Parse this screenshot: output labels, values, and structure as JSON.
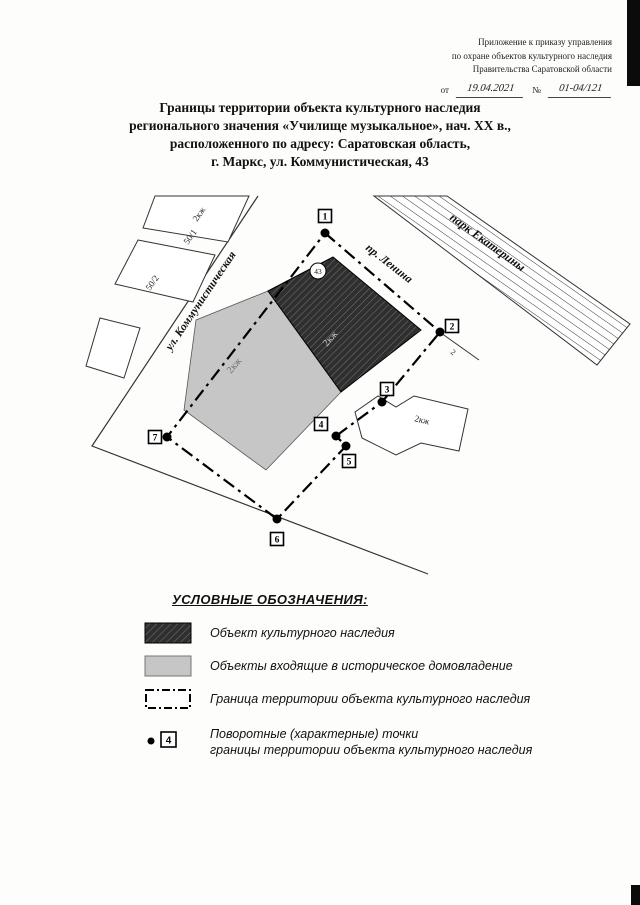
{
  "header": {
    "line1": "Приложение к приказу управления",
    "line2": "по охране объектов культурного наследия",
    "line3": "Правительства Саратовской области",
    "from_label": "от",
    "from_value": "19.04.2021",
    "number_label": "№",
    "number_value": "01-04/121"
  },
  "title": {
    "line1": "Границы территории объекта культурного наследия",
    "line2": "регионального значения «Училище музыкальное», нач. XX в.,",
    "line3": "расположенного по адресу: Саратовская область,",
    "line4": "г. Маркс, ул. Коммунистическая, 43"
  },
  "map": {
    "street_kommunisticheskaya": "ул. Коммунистическая",
    "street_lenina": "пр. Ленина",
    "park": "парк Екатерины",
    "building_top": "2кж",
    "plot_50_1": "50/1",
    "plot_50_2": "50/2",
    "heritage_building": "2кж",
    "household_building": "2кж",
    "neighbor_building": "2кж",
    "house_number": "43",
    "small_label": "2",
    "points": [
      "1",
      "2",
      "3",
      "4",
      "5",
      "6",
      "7"
    ]
  },
  "legend": {
    "title": "УСЛОВНЫЕ ОБОЗНАЧЕНИЯ:",
    "item1": "Объект культурного наследия",
    "item2": "Объекты входящие в историческое домовладение",
    "item3": "Граница территории объекта культурного наследия",
    "item4_line1": "Поворотные (характерные) точки",
    "item4_line2": "границы территории объекта культурного наследия",
    "point_sample": "4"
  },
  "colors": {
    "dark_fill": "#2f2f2f",
    "gray_fill": "#c6c6c6",
    "line": "#000000"
  }
}
